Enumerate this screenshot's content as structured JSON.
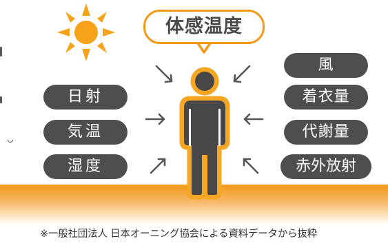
{
  "title": "体感温度",
  "left_factors": [
    {
      "label": "日射"
    },
    {
      "label": "気温"
    },
    {
      "label": "湿度"
    }
  ],
  "right_factors": [
    {
      "label": "風"
    },
    {
      "label": "着衣量"
    },
    {
      "label": "代謝量"
    },
    {
      "label": "赤外放射"
    }
  ],
  "footnote": "※一般社団法人 日本オーニング協会による資料データから抜粋",
  "colors": {
    "accent_orange": "#f29a16",
    "sun_orange": "#f7a21b",
    "pill_dark": "#4e4e4e",
    "figure_dark": "#4a4a4a"
  },
  "icons": [
    "sun-icon",
    "person-icon",
    "arrow-icon"
  ]
}
